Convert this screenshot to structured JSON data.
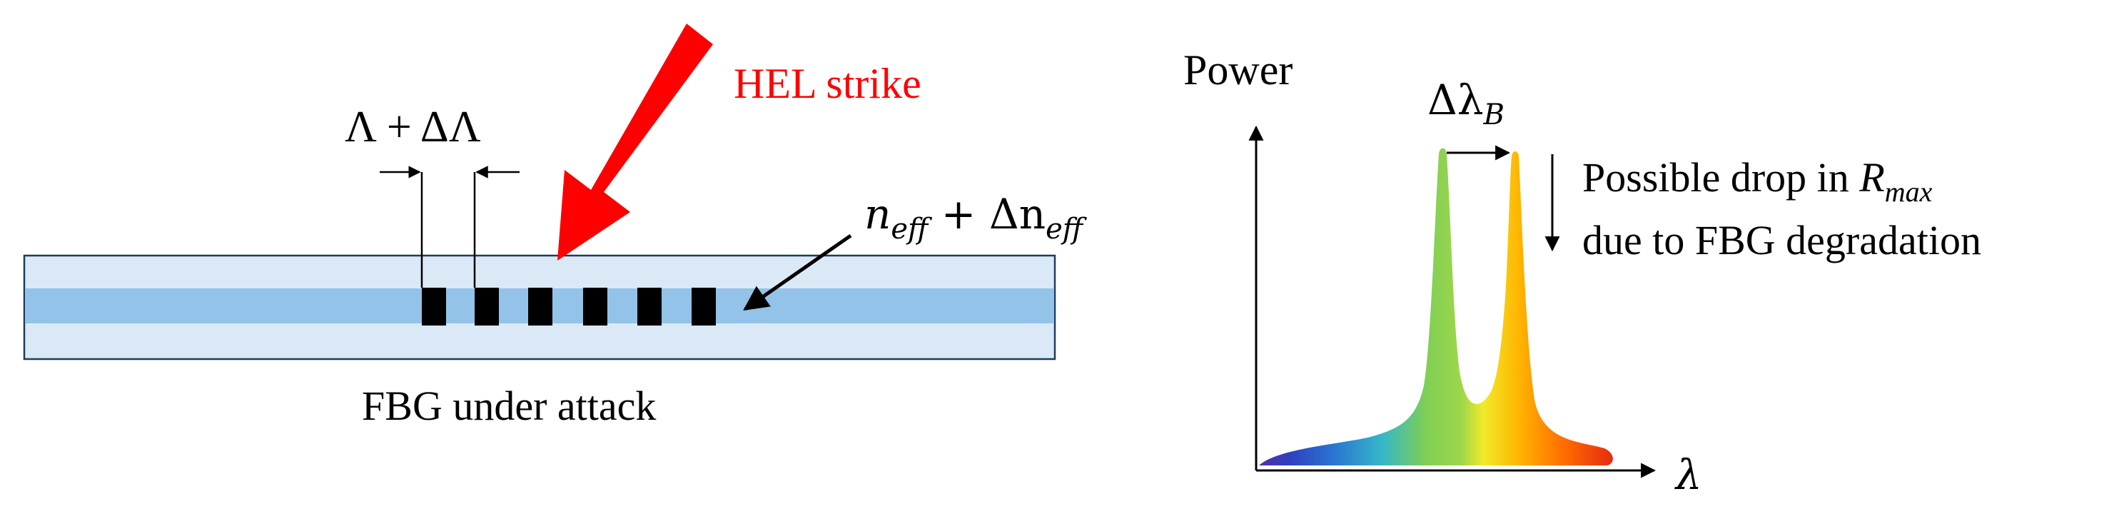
{
  "left_panel": {
    "strike_label": "HEL strike",
    "period_label": "Λ + ΔΛ",
    "index_label_base": "n",
    "index_label_sub": "eff",
    "index_label_plus": " + Δn",
    "index_label_sub2": "eff",
    "caption": "FBG under attack",
    "strike_color": "#ff0000",
    "fiber_cladding_color": "#dbe9f7",
    "fiber_core_color": "#93c3e8",
    "grating_color": "#000000"
  },
  "right_panel": {
    "y_axis_label": "Power",
    "x_axis_label": "λ",
    "shift_label_base": "Δλ",
    "shift_label_sub": "B",
    "note_line1_text": "Possible drop in ",
    "note_line1_math": "R",
    "note_line1_sub": "max",
    "note_line2": "due to FBG degradation"
  }
}
